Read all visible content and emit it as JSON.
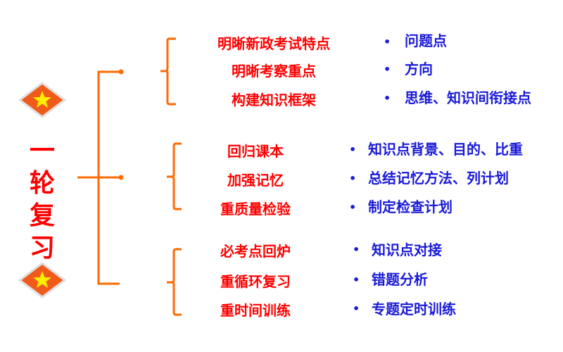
{
  "title": [
    "一",
    "轮",
    "复",
    "习"
  ],
  "colors": {
    "accent": "#ff6a00",
    "topic": "#ff0000",
    "detail": "#1a1ad8",
    "badge": "#f05a1a",
    "star": "#ffee00"
  },
  "groups": [
    {
      "topics": [
        "明晰新政考试特点",
        "明晰考察重点",
        "构建知识框架"
      ],
      "details": [
        "问题点",
        "方向",
        "思维、知识间衔接点"
      ]
    },
    {
      "topics": [
        "回归课本",
        "加强记忆",
        "重质量检验"
      ],
      "details": [
        "知识点背景、目的、比重",
        "总结记忆方法、列计划",
        "制定检查计划"
      ]
    },
    {
      "topics": [
        "必考点回炉",
        "重循环复习",
        "重时间训练"
      ],
      "details": [
        "知识点对接",
        "错题分析",
        "专题定时训练"
      ]
    }
  ],
  "bullet": "•"
}
